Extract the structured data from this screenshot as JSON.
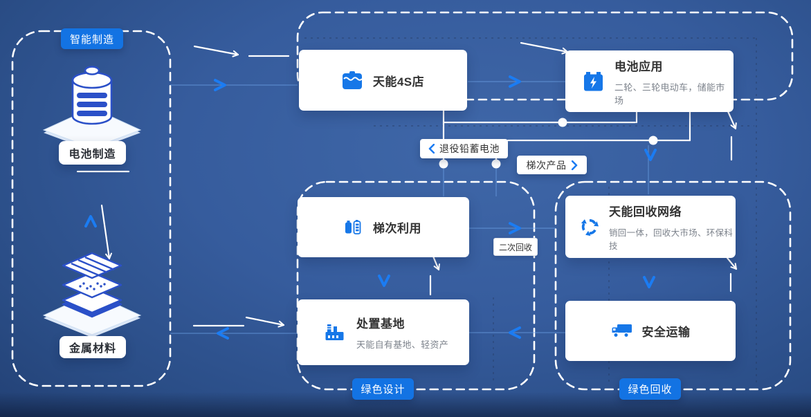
{
  "colors": {
    "accent_blue": "#1b7cf3",
    "badge_blue": "#1373e3",
    "icon_blue": "#1677e8",
    "iso_outline_blue": "#2b50c8",
    "card_title": "#333333",
    "card_subtitle": "#7d838c"
  },
  "left_panel": {
    "badge": "智能制造",
    "battery_label": "电池制造",
    "metal_label": "金属材料"
  },
  "top_flow": {
    "store_card": {
      "title": "天能4S店"
    },
    "battery_app_card": {
      "title": "电池应用",
      "subtitle": "二轮、三轮电动车，储能市场"
    }
  },
  "mid_labels": {
    "retired_battery": "退役铅蓄电池",
    "cascade_product": "梯次产品",
    "secondary_recycle": "二次回收"
  },
  "green_design": {
    "badge": "绿色设计",
    "cascade_card": {
      "title": "梯次利用"
    },
    "disposal_card": {
      "title": "处置基地",
      "subtitle": "天能自有基地、轻资产"
    }
  },
  "green_recycle": {
    "badge": "绿色回收",
    "network_card": {
      "title": "天能回收网络",
      "subtitle": "销回一体，回收大市场、环保科技"
    },
    "transport_card": {
      "title": "安全运输"
    }
  }
}
